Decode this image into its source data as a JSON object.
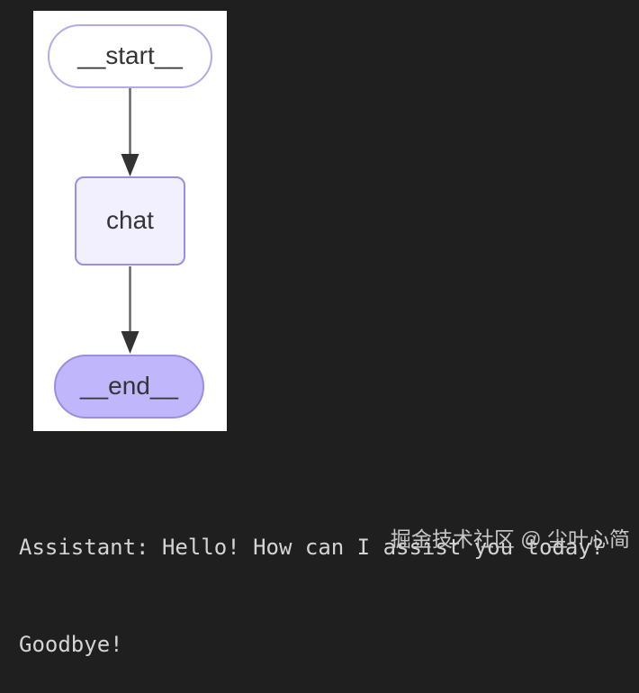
{
  "background_color": "#1f1f1f",
  "diagram": {
    "panel_background": "#ffffff",
    "type": "flowchart",
    "nodes": {
      "start": {
        "label": "__start__",
        "shape": "stadium",
        "fill": "#ffffff",
        "border": "#b4aae8",
        "text_color": "#343434"
      },
      "chat": {
        "label": "chat",
        "shape": "rounded-rect",
        "fill": "#f2f0ff",
        "border": "#9b8ce4",
        "text_color": "#343434"
      },
      "end": {
        "label": "__end__",
        "shape": "stadium",
        "fill": "#bfb6fc",
        "border": "#9b8ce4",
        "text_color": "#343434"
      }
    },
    "edges": [
      {
        "from": "__start__",
        "to": "chat",
        "style": "arrow-down",
        "line_color": "#666666",
        "arrowhead_color": "#333333"
      },
      {
        "from": "chat",
        "to": "__end__",
        "style": "arrow-down",
        "line_color": "#666666",
        "arrowhead_color": "#333333"
      }
    ]
  },
  "console": {
    "lines": [
      "Assistant: Hello! How can I assist you today?",
      "Goodbye!"
    ],
    "text_color": "#d4d4d4"
  },
  "watermark": {
    "text": "掘金技术社区 @ 尘叶心简",
    "color": "#c6c6c6"
  }
}
